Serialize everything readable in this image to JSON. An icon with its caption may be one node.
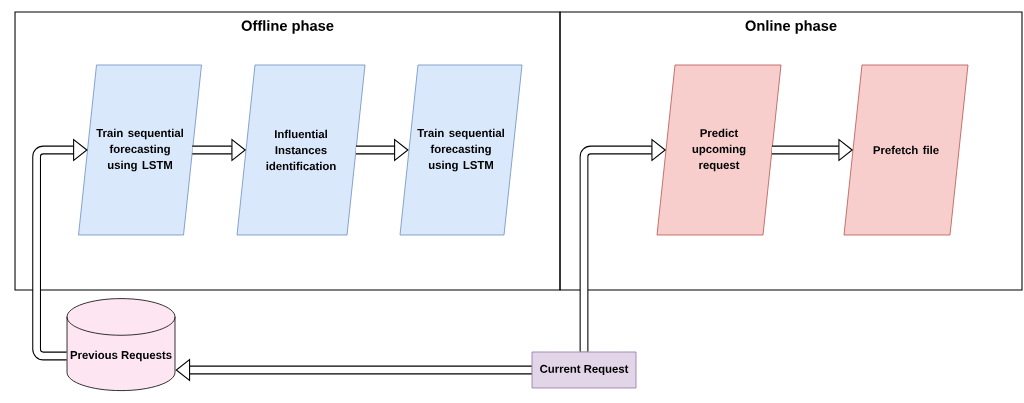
{
  "diagram": {
    "nodes": [
      {
        "text": [
          "Offline phase"
        ]
      },
      {
        "text": [
          "Train sequential forecasting using LSTM"
        ],
        "in": 0
      },
      {
        "text": [
          "Influential Instances identification"
        ],
        "in": 0
      },
      {
        "text": [
          "Train sequential forecasting using LSTM"
        ],
        "in": 0
      },
      {
        "text": [
          "Online phase"
        ]
      },
      {
        "text": [
          "Predict upcoming request"
        ],
        "in": 4
      },
      {
        "text": [
          "Prefetch file"
        ],
        "in": 4
      },
      {
        "text": [
          "Previous Requests"
        ]
      },
      {
        "text": [
          "Current Request"
        ]
      }
    ],
    "edges": [
      {
        "from": 1,
        "to": 2,
        "arrow": "to"
      },
      {
        "from": 2,
        "to": 3,
        "arrow": "to"
      },
      {
        "from": 5,
        "to": 6,
        "arrow": "to"
      },
      {
        "from": 8,
        "to": 7,
        "arrow": "to"
      },
      {
        "from": 7,
        "to": 1,
        "arrow": "to"
      },
      {
        "from": 8,
        "to": 5,
        "arrow": "to"
      }
    ]
  }
}
